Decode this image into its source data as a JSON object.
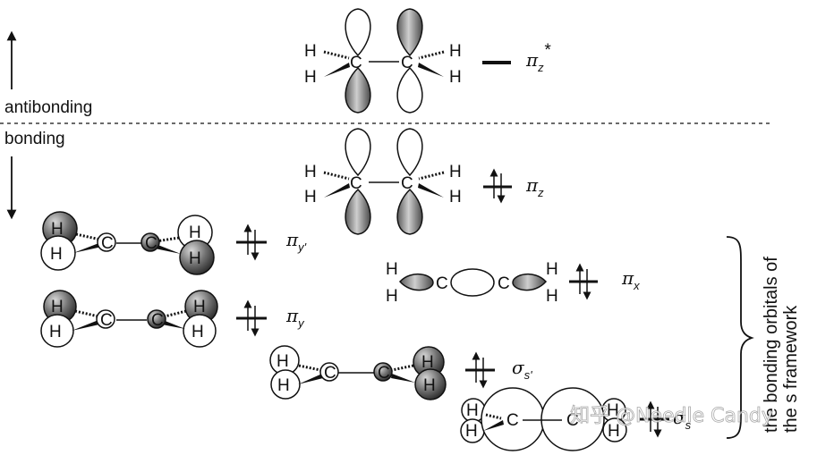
{
  "labels": {
    "antibonding": "antibonding",
    "bonding": "bonding",
    "side_line1": "the bonding orbitals of",
    "side_line2": "the s framework",
    "watermark": "知乎 @Needle Candy"
  },
  "atoms": {
    "H": "H",
    "C": "C"
  },
  "orbitals": [
    {
      "id": "pi-z-star",
      "symbol": "π",
      "sub": "z",
      "sup": "*",
      "occupancy": "empty"
    },
    {
      "id": "pi-z",
      "symbol": "π",
      "sub": "z",
      "sup": "",
      "occupancy": "paired"
    },
    {
      "id": "pi-y-prime",
      "symbol": "π",
      "sub": "y'",
      "sup": "",
      "occupancy": "paired"
    },
    {
      "id": "pi-x",
      "symbol": "π",
      "sub": "x",
      "sup": "",
      "occupancy": "paired"
    },
    {
      "id": "pi-y",
      "symbol": "π",
      "sub": "y",
      "sup": "",
      "occupancy": "paired"
    },
    {
      "id": "sigma-s-prime",
      "symbol": "σ",
      "sub": "s'",
      "sup": "",
      "occupancy": "paired"
    },
    {
      "id": "sigma-s",
      "symbol": "σ",
      "sub": "s",
      "sup": "",
      "occupancy": "paired"
    }
  ],
  "colors": {
    "lobe_dark": "#6e6e6e",
    "lobe_light": "#ffffff",
    "line": "#111111"
  }
}
